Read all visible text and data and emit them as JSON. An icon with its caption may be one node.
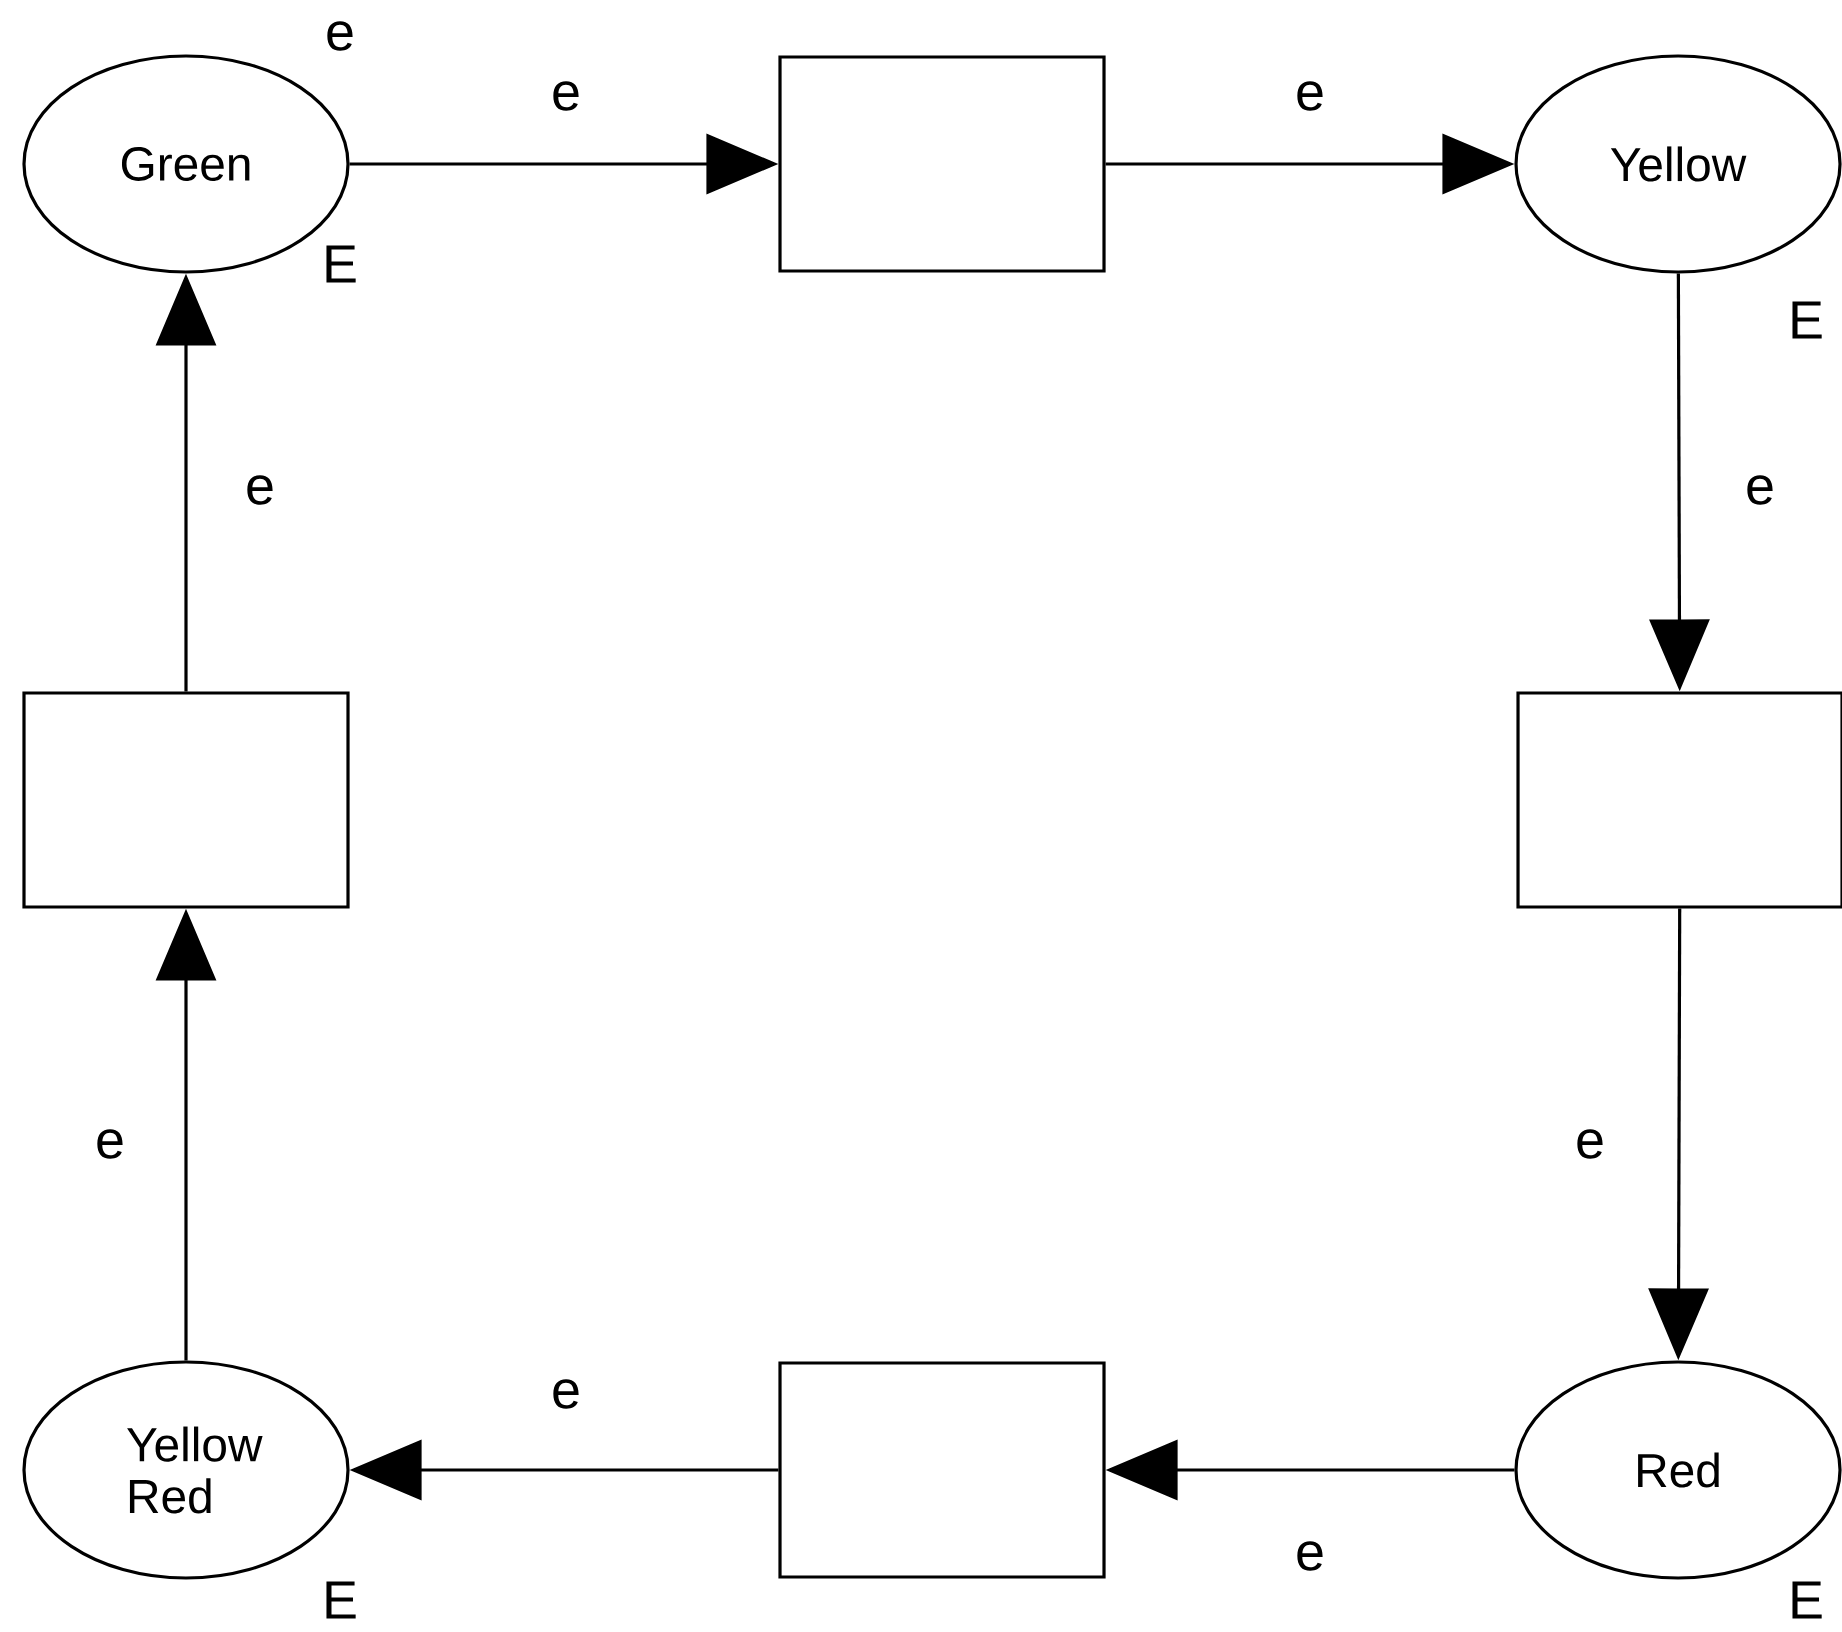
{
  "diagram": {
    "nodes": [
      {
        "text": [
          "Green"
        ],
        "beside": [
          "e",
          "E"
        ]
      },
      {
        "text": [],
        "shape": "box"
      },
      {
        "text": [
          "Yellow"
        ],
        "beside": [
          "E"
        ]
      },
      {
        "text": [],
        "shape": "box"
      },
      {
        "text": [
          "Red"
        ],
        "beside": [
          "E"
        ]
      },
      {
        "text": [],
        "shape": "box"
      },
      {
        "text": [
          "Yellow Red"
        ],
        "beside": [
          "E"
        ]
      },
      {
        "text": [],
        "shape": "box"
      }
    ],
    "edges": [
      {
        "from": 0,
        "to": 1,
        "arrow": "to",
        "label": "e"
      },
      {
        "from": 1,
        "to": 2,
        "arrow": "to",
        "label": "e"
      },
      {
        "from": 2,
        "to": 3,
        "arrow": "to",
        "label": "e"
      },
      {
        "from": 3,
        "to": 4,
        "arrow": "to",
        "label": "e"
      },
      {
        "from": 4,
        "to": 5,
        "arrow": "to",
        "label": "e"
      },
      {
        "from": 5,
        "to": 6,
        "arrow": "to",
        "label": "e"
      },
      {
        "from": 6,
        "to": 7,
        "arrow": "to",
        "label": "e"
      },
      {
        "from": 7,
        "to": 0,
        "arrow": "to",
        "label": "e"
      }
    ]
  }
}
